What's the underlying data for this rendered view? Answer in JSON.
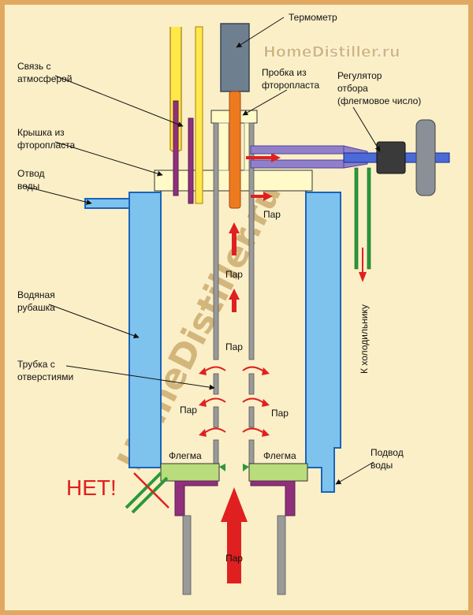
{
  "labels": {
    "thermometer": "Термометр",
    "atmosphere": [
      "Связь с",
      "атмосферой"
    ],
    "plug": [
      "Пробка из",
      "фторопласта"
    ],
    "regulator": [
      "Регулятор",
      "отбора",
      "(флегмовое число)"
    ],
    "lid": [
      "Крышка из",
      "фторопласта"
    ],
    "water_out": [
      "Отвод",
      "воды"
    ],
    "steam": "Пар",
    "jacket": [
      "Водяная",
      "рубашка"
    ],
    "to_condenser": "К холодильнику",
    "tube": [
      "Трубка с",
      "отверстиями"
    ],
    "phlegm": "Флегма",
    "water_in": [
      "Подвод",
      "воды"
    ],
    "net": "НЕТ!"
  },
  "watermark": {
    "site": "HomeDistiller.ru",
    "diagonal": "HomeDistiller.ru"
  },
  "colors": {
    "background": "#fbefc8",
    "border": "#e0a860",
    "water": "#7ec3ee",
    "water_stroke": "#1a64b8",
    "lid": "#fffac8",
    "purple": "#90307c",
    "orange": "#ee7a20",
    "thermometer": "#6e7f90",
    "phlegm": "#b9dc7c",
    "steam_arrow": "#e02020",
    "net": "#e02020",
    "green": "#2a9a3a",
    "yellow": "#ffe84a",
    "pipe": "#9a9a9a"
  }
}
